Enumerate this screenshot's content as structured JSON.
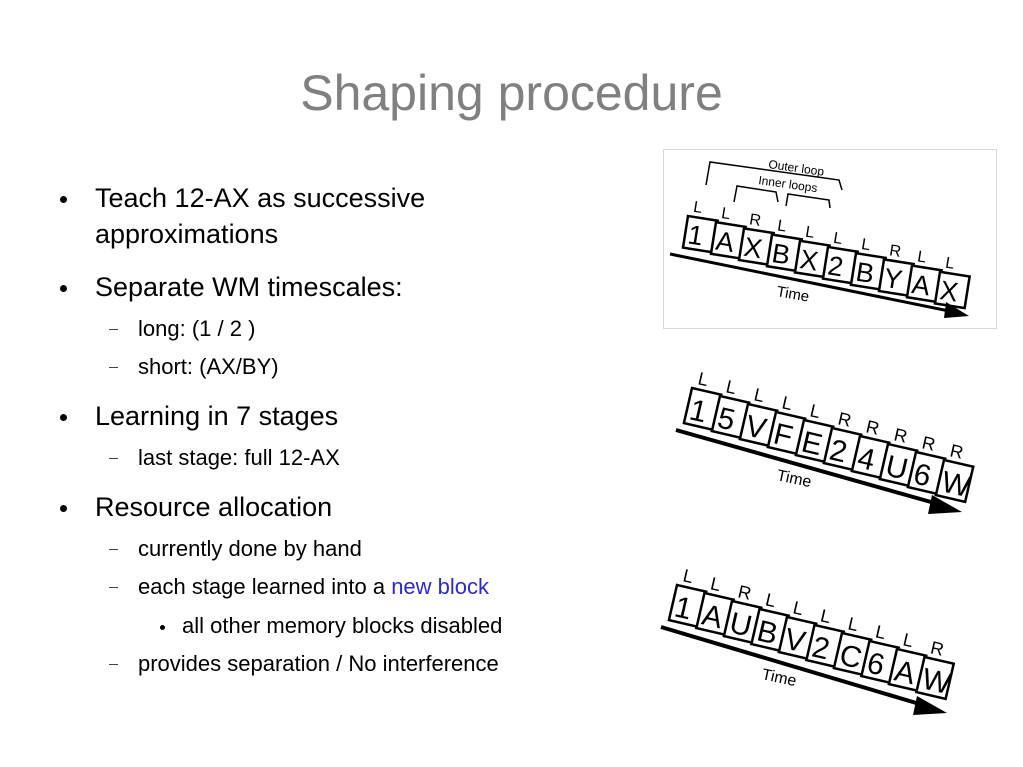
{
  "slide": {
    "title": "Shaping procedure",
    "bullets": [
      {
        "text": "Teach 12-AX as successive",
        "text2": "approximations"
      },
      {
        "text": "Separate WM timescales:",
        "subs": [
          "long: (1 / 2 )",
          "short: (AX/BY)"
        ]
      },
      {
        "text": "Learning in 7 stages",
        "subs": [
          "last stage: full 12-AX"
        ]
      },
      {
        "text": "Resource allocation",
        "subs": [
          "currently done by hand",
          "each stage learned into a ",
          "provides separation / No interference"
        ],
        "highlight": "new block",
        "subsub": "all other memory blocks disabled"
      }
    ]
  },
  "figures": {
    "fig1": {
      "outer_loop": "Outer loop",
      "inner_loops": "Inner loops",
      "time": "Time",
      "cards": [
        "1",
        "A",
        "X",
        "B",
        "X",
        "2",
        "B",
        "Y",
        "A",
        "X"
      ],
      "marks": [
        "L",
        "L",
        "R",
        "L",
        "L",
        "L",
        "L",
        "R",
        "L",
        "L"
      ]
    },
    "fig2": {
      "time": "Time",
      "cards": [
        "1",
        "5",
        "V",
        "F",
        "E",
        "2",
        "4",
        "U",
        "6",
        "W"
      ],
      "marks": [
        "L",
        "L",
        "L",
        "L",
        "L",
        "R",
        "R",
        "R",
        "R",
        "R"
      ]
    },
    "fig3": {
      "time": "Time",
      "cards": [
        "1",
        "A",
        "U",
        "B",
        "V",
        "2",
        "C",
        "6",
        "A",
        "W"
      ],
      "marks": [
        "L",
        "L",
        "R",
        "L",
        "L",
        "L",
        "L",
        "L",
        "L",
        "R"
      ]
    }
  },
  "colors": {
    "title": "#808080",
    "highlight": "#2a2ad0"
  }
}
